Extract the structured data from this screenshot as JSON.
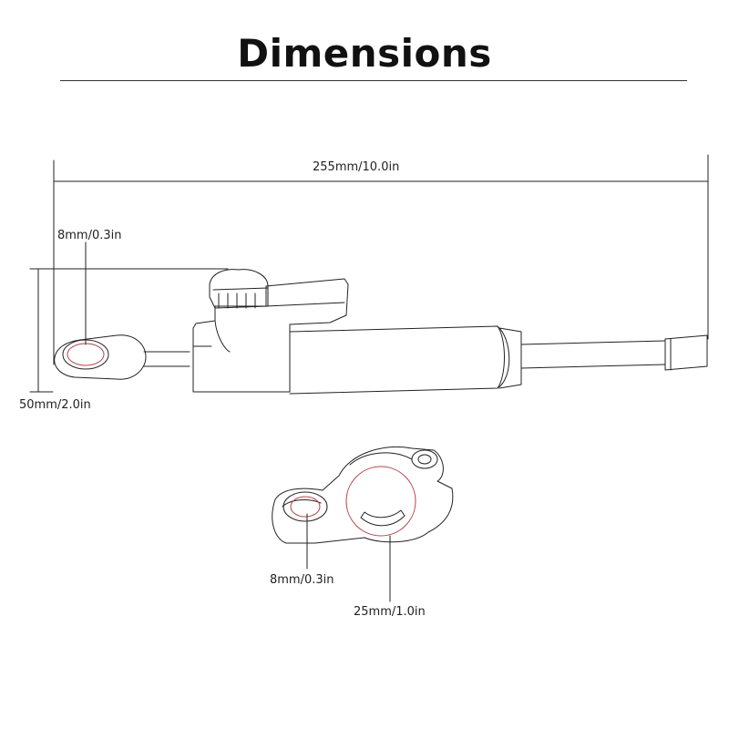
{
  "title": "Dimensions",
  "labels": {
    "overall_length": "255mm/10.0in",
    "eye_bore": "8mm/0.3in",
    "height": "50mm/2.0in",
    "clamp_bore": "8mm/0.3in",
    "clamp_diameter": "25mm/1.0in"
  },
  "colors": {
    "line": "#222222",
    "accent": "#b5434a"
  }
}
